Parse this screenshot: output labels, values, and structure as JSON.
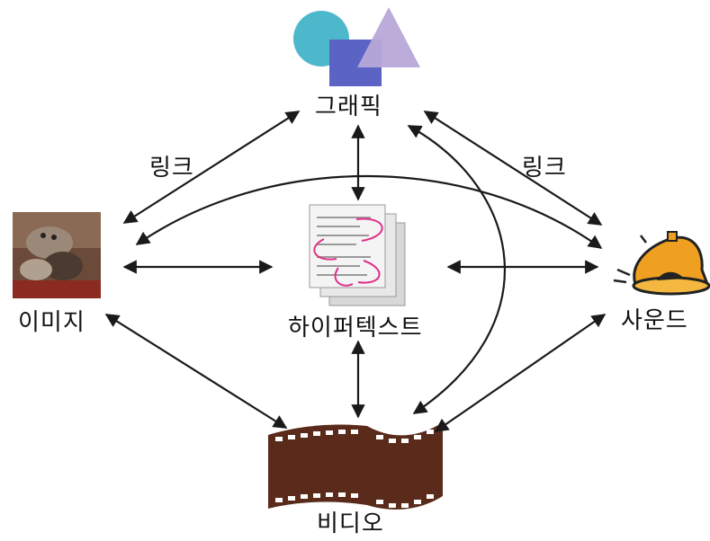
{
  "nodes": {
    "graphic": {
      "label": "그래픽",
      "icon": "shapes-icon"
    },
    "image": {
      "label": "이미지",
      "icon": "cat-photo"
    },
    "hypertext": {
      "label": "하이퍼텍스트",
      "icon": "linked-documents-icon"
    },
    "sound": {
      "label": "사운드",
      "icon": "bell-icon"
    },
    "video": {
      "label": "비디오",
      "icon": "film-strip-icon"
    }
  },
  "link_labels": [
    "링크",
    "링크"
  ],
  "colors": {
    "arrow": "#1a1a1a",
    "circle": "#4db8cc",
    "square": "#5b63c4",
    "triangle": "#b8a8d8",
    "film": "#5a2a1a",
    "bell": "#f0a020",
    "link_pink": "#e0308a"
  }
}
